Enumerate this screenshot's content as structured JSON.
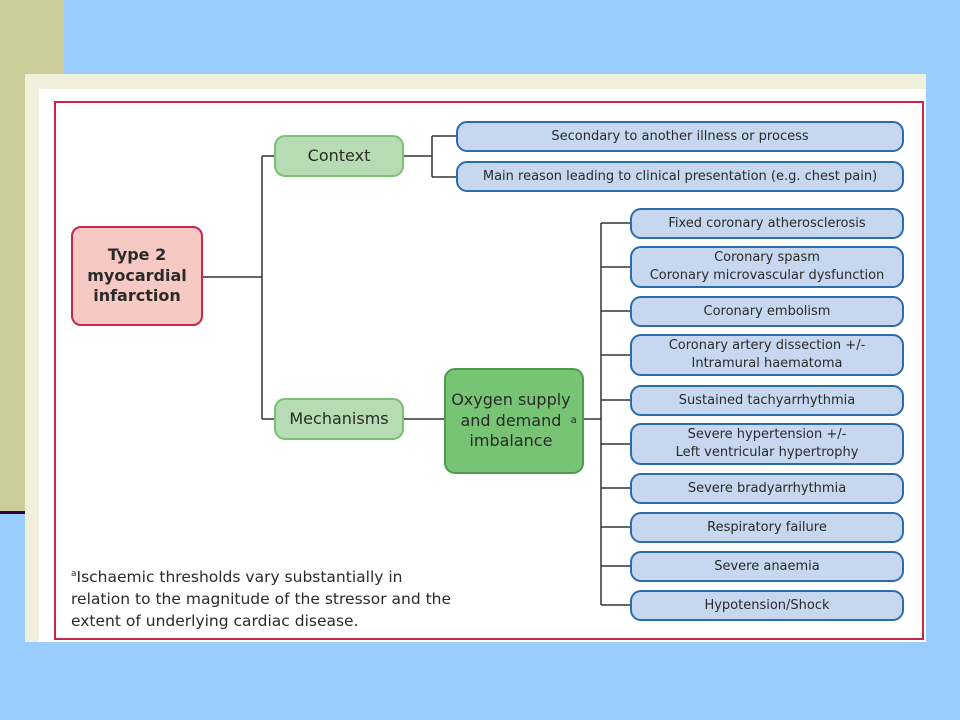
{
  "diagram": {
    "root": {
      "label": "Type 2\nmyocardial\ninfarction"
    },
    "context": {
      "label": "Context",
      "items": [
        "Secondary to another illness or process",
        "Main reason leading to clinical presentation (e.g. chest pain)"
      ]
    },
    "mechanisms": {
      "label": "Mechanisms",
      "child": {
        "label": "Oxygen supply\nand demand\nimbalance",
        "superscript": "a"
      },
      "items": [
        "Fixed coronary atherosclerosis",
        "Coronary spasm\nCoronary microvascular dysfunction",
        "Coronary embolism",
        "Coronary artery dissection +/-\nIntramural haematoma",
        "Sustained tachyarrhythmia",
        "Severe hypertension +/-\nLeft ventricular hypertrophy",
        "Severe bradyarrhythmia",
        "Respiratory failure",
        "Severe anaemia",
        "Hypotension/Shock"
      ]
    },
    "footnote": {
      "marker": "a",
      "text": "Ischaemic thresholds vary substantially in\nrelation to the magnitude of the stressor and the\nextent of underlying cardiac disease."
    }
  },
  "colors": {
    "background": "#99ccff",
    "root_fill": "#f6c9c3",
    "root_border": "#c8264a",
    "branch_fill": "#b7dbb2",
    "imbalance_fill": "#77c474",
    "leaf_fill": "#c6d7ef",
    "leaf_border": "#2b6cae"
  }
}
